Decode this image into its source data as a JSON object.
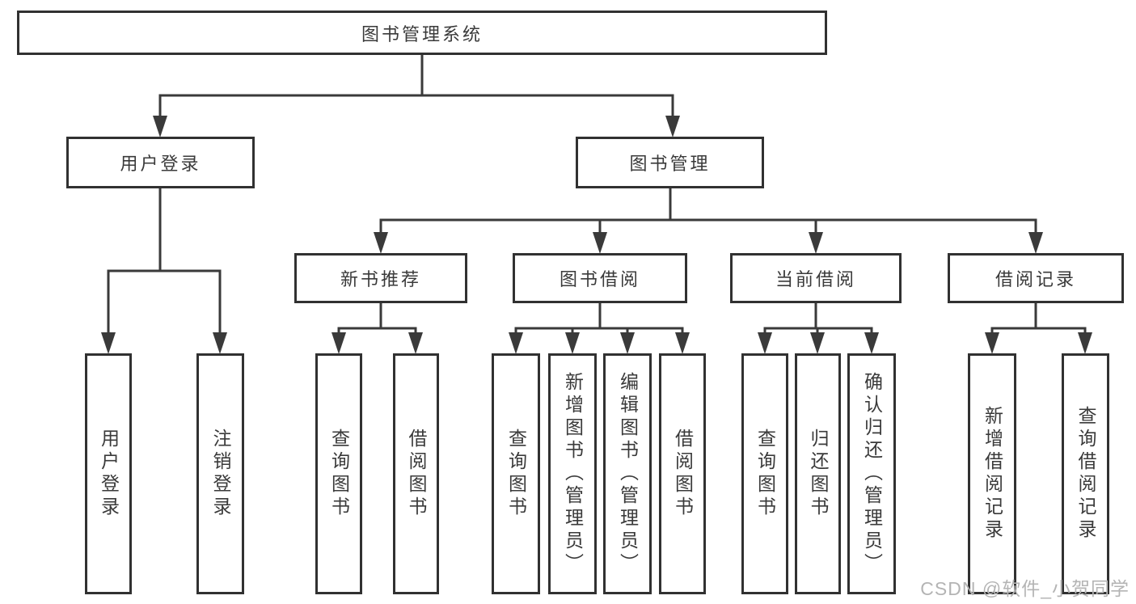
{
  "colors": {
    "line": "#3a3a3a",
    "box_border": "#313131",
    "text": "#3a3a3a",
    "watermark": "#b4b4b4",
    "background": "#ffffff"
  },
  "watermark": {
    "text": "CSDN @软件_小贺同学"
  },
  "diagram": {
    "root_label": "图书管理系统",
    "level1": {
      "user_login": "用户登录",
      "book_management": "图书管理"
    },
    "level2": {
      "new_book_recommend": "新书推荐",
      "book_borrowing": "图书借阅",
      "current_borrowing": "当前借阅",
      "borrowing_records": "借阅记录"
    },
    "leaves": {
      "user_login": [
        "用户登录",
        "注销登录"
      ],
      "new_book_recommend": [
        "查询图书",
        "借阅图书"
      ],
      "book_borrowing": [
        "查询图书",
        "新增图书（管理员）",
        "编辑图书（管理员）",
        "借阅图书"
      ],
      "current_borrowing": [
        "查询图书",
        "归还图书",
        "确认归还（管理员）"
      ],
      "borrowing_records": [
        "新增借阅记录",
        "查询借阅记录"
      ]
    }
  }
}
